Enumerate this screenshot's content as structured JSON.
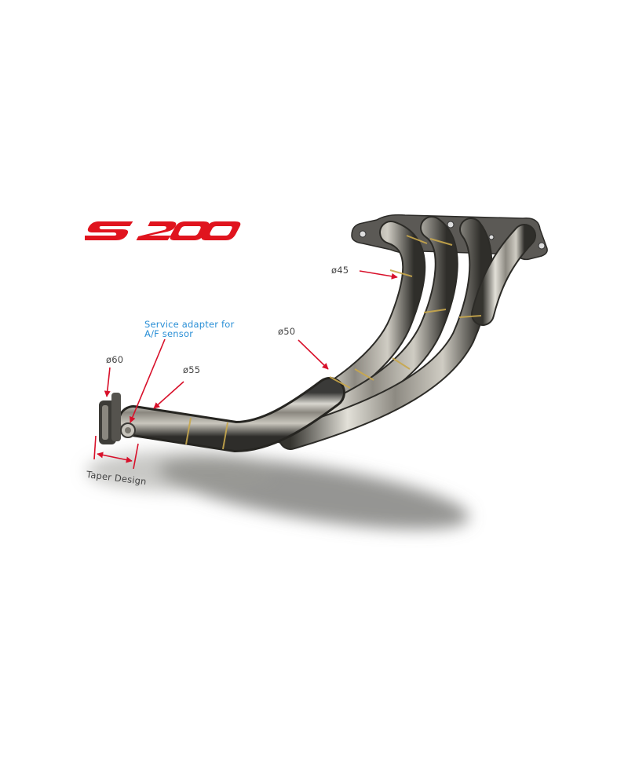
{
  "logo": {
    "text": "S2000",
    "color": "#e0141e"
  },
  "annotations": {
    "phi45": "ø45",
    "phi50": "ø50",
    "phi55": "ø55",
    "phi60": "ø60",
    "service_adapter_line1": "Service adapter for",
    "service_adapter_line2": "A/F sensor",
    "taper": "Taper Design"
  },
  "colors": {
    "arrow": "#d8102a",
    "label_text": "#444444",
    "label_accent": "#2a8fd6",
    "background": "#ffffff"
  }
}
